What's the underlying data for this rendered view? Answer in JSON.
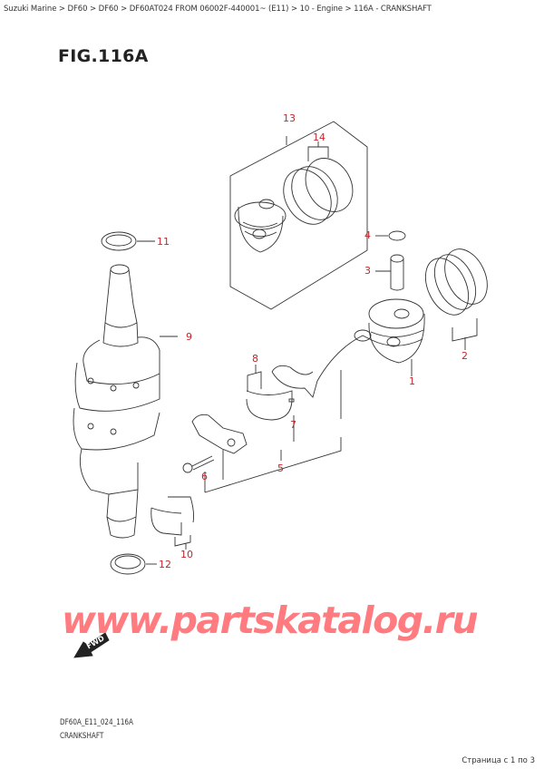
{
  "breadcrumb": {
    "items": [
      "Suzuki Marine",
      "DF60",
      "DF60",
      "DF60AT024 FROM 06002F-440001~ (E11)",
      "10 - Engine",
      "116A - CRANKSHAFT"
    ],
    "separator": " > ",
    "text": "Suzuki Marine > DF60 > DF60 > DF60AT024 FROM 06002F-440001~ (E11) > 10 - Engine > 116A - CRANKSHAFT"
  },
  "figure": {
    "title": "FIG.116A",
    "callout_color": "#c0272d",
    "callouts": [
      {
        "id": "1",
        "label": "1"
      },
      {
        "id": "2",
        "label": "2"
      },
      {
        "id": "3",
        "label": "3"
      },
      {
        "id": "4",
        "label": "4"
      },
      {
        "id": "5",
        "label": "5"
      },
      {
        "id": "6",
        "label": "6"
      },
      {
        "id": "7",
        "label": "7"
      },
      {
        "id": "8",
        "label": "8"
      },
      {
        "id": "9",
        "label": "9"
      },
      {
        "id": "10",
        "label": "10"
      },
      {
        "id": "11",
        "label": "11"
      },
      {
        "id": "12",
        "label": "12"
      },
      {
        "id": "13",
        "label": "13"
      },
      {
        "id": "14",
        "label": "14"
      }
    ],
    "fwd_label": "FWD"
  },
  "watermark": {
    "text": "www.partskatalog.ru",
    "color": "#ff7b80"
  },
  "footer": {
    "code": "DF60A_E11_024_116A",
    "name": "CRANKSHAFT"
  },
  "pager": {
    "text": "Страница с 1 по 3"
  }
}
